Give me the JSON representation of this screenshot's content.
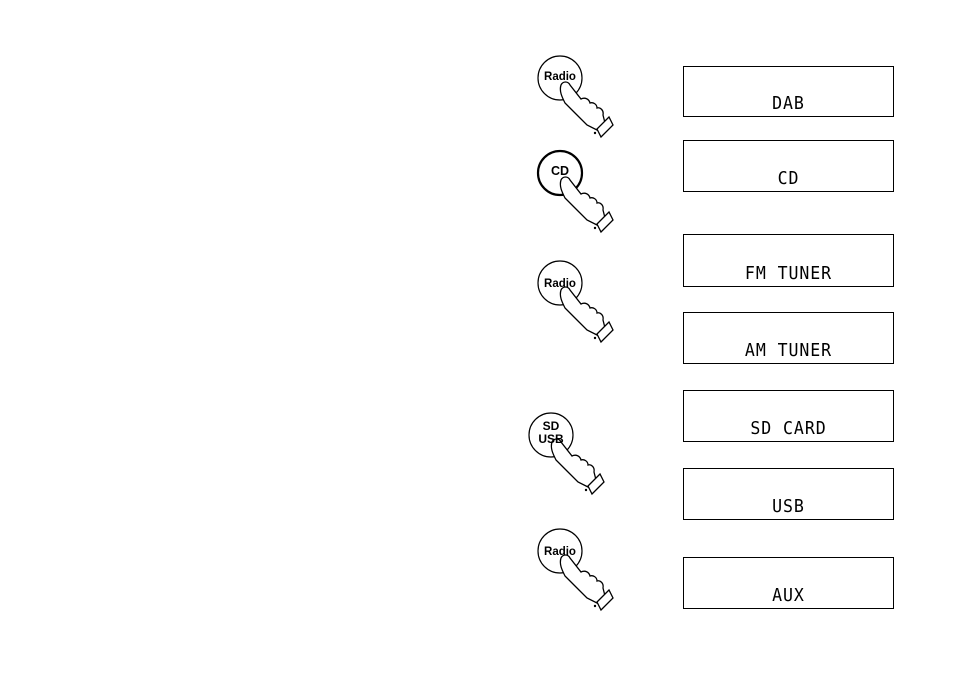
{
  "buttons": [
    {
      "label_line1": "Radio",
      "label_line2": ""
    },
    {
      "label_line1": "CD",
      "label_line2": ""
    },
    {
      "label_line1": "Radio",
      "label_line2": ""
    },
    {
      "label_line1": "SD",
      "label_line2": "USB"
    },
    {
      "label_line1": "Radio",
      "label_line2": ""
    }
  ],
  "displays": [
    "DAB",
    "CD",
    "FM TUNER",
    "AM TUNER",
    "SD CARD",
    "USB",
    "AUX"
  ]
}
